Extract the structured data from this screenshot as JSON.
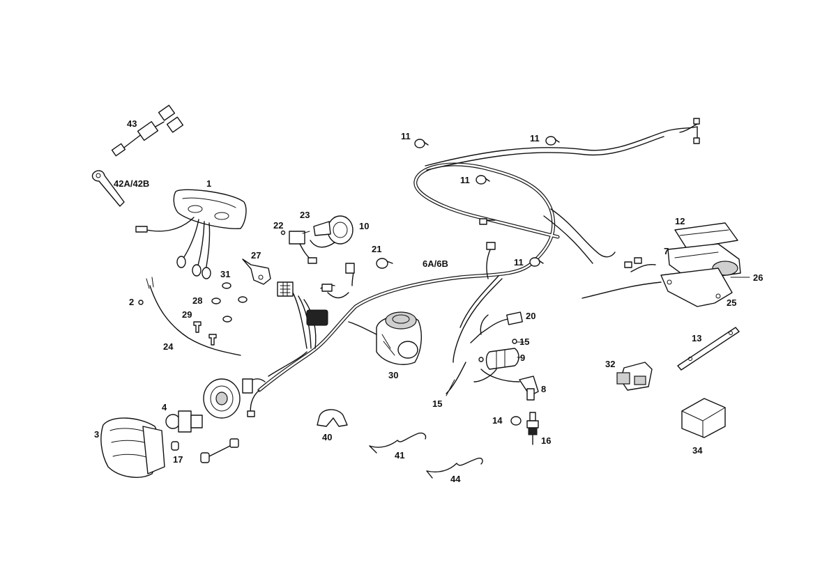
{
  "labels": {
    "l1": "1",
    "l2": "2",
    "l3": "3",
    "l4": "4",
    "l6": "6A/6B",
    "l7": "7",
    "l8": "8",
    "l9": "9",
    "l10": "10",
    "l11a": "11",
    "l11b": "11",
    "l11c": "11",
    "l11d": "11",
    "l12": "12",
    "l13": "13",
    "l14": "14",
    "l15a": "15",
    "l15b": "15",
    "l16": "16",
    "l17": "17",
    "l20": "20",
    "l21": "21",
    "l22": "22",
    "l23": "23",
    "l24": "24",
    "l25": "25",
    "l26": "26",
    "l27": "27",
    "l28": "28",
    "l29": "29",
    "l30": "30",
    "l31": "31",
    "l32": "32",
    "l34": "34",
    "l40": "40",
    "l41": "41",
    "l42": "42A/42B",
    "l43": "43",
    "l44": "44"
  }
}
